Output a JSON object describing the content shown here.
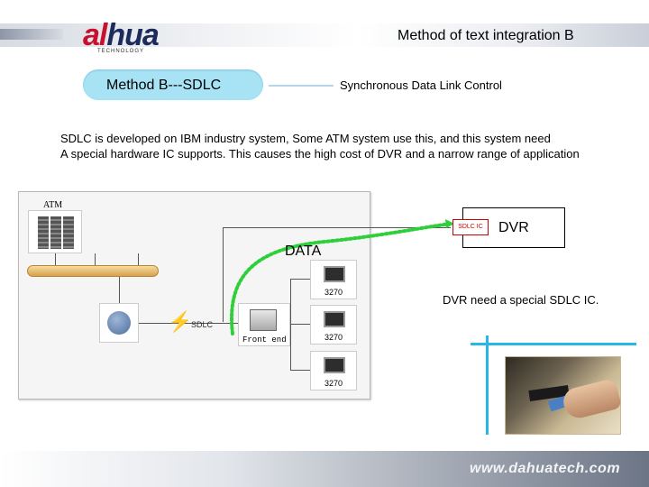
{
  "header": {
    "logo_a": "a",
    "logo_l": "l",
    "logo_rest": "hua",
    "logo_sub": "TECHNOLOGY",
    "title": "Method of text integration B"
  },
  "method": {
    "pill_label": "Method B---SDLC",
    "description": "Synchronous Data Link Control"
  },
  "paragraph": {
    "line1": "SDLC is developed on IBM industry system, Some ATM system use this, and this system need",
    "line2": "A special hardware IC supports. This causes the high cost of DVR and a narrow range of application"
  },
  "diagram": {
    "atm_label": "ATM",
    "link_label": "SDLC",
    "front_end_label": "Front end",
    "data_label": "DATA",
    "terminals": [
      "3270",
      "3270",
      "3270"
    ]
  },
  "dvr": {
    "chip_label": "SDLC IC",
    "label": "DVR",
    "note": "DVR need a special SDLC IC."
  },
  "footer": {
    "url": "www.dahuatech.com"
  },
  "colors": {
    "logo_red": "#c8102e",
    "logo_navy": "#1c2a5c",
    "pill_fill": "#a8e3f5",
    "data_arrow": "#2fcf3a",
    "chip_border": "#cc0000",
    "accent_line": "#29b7e8"
  }
}
